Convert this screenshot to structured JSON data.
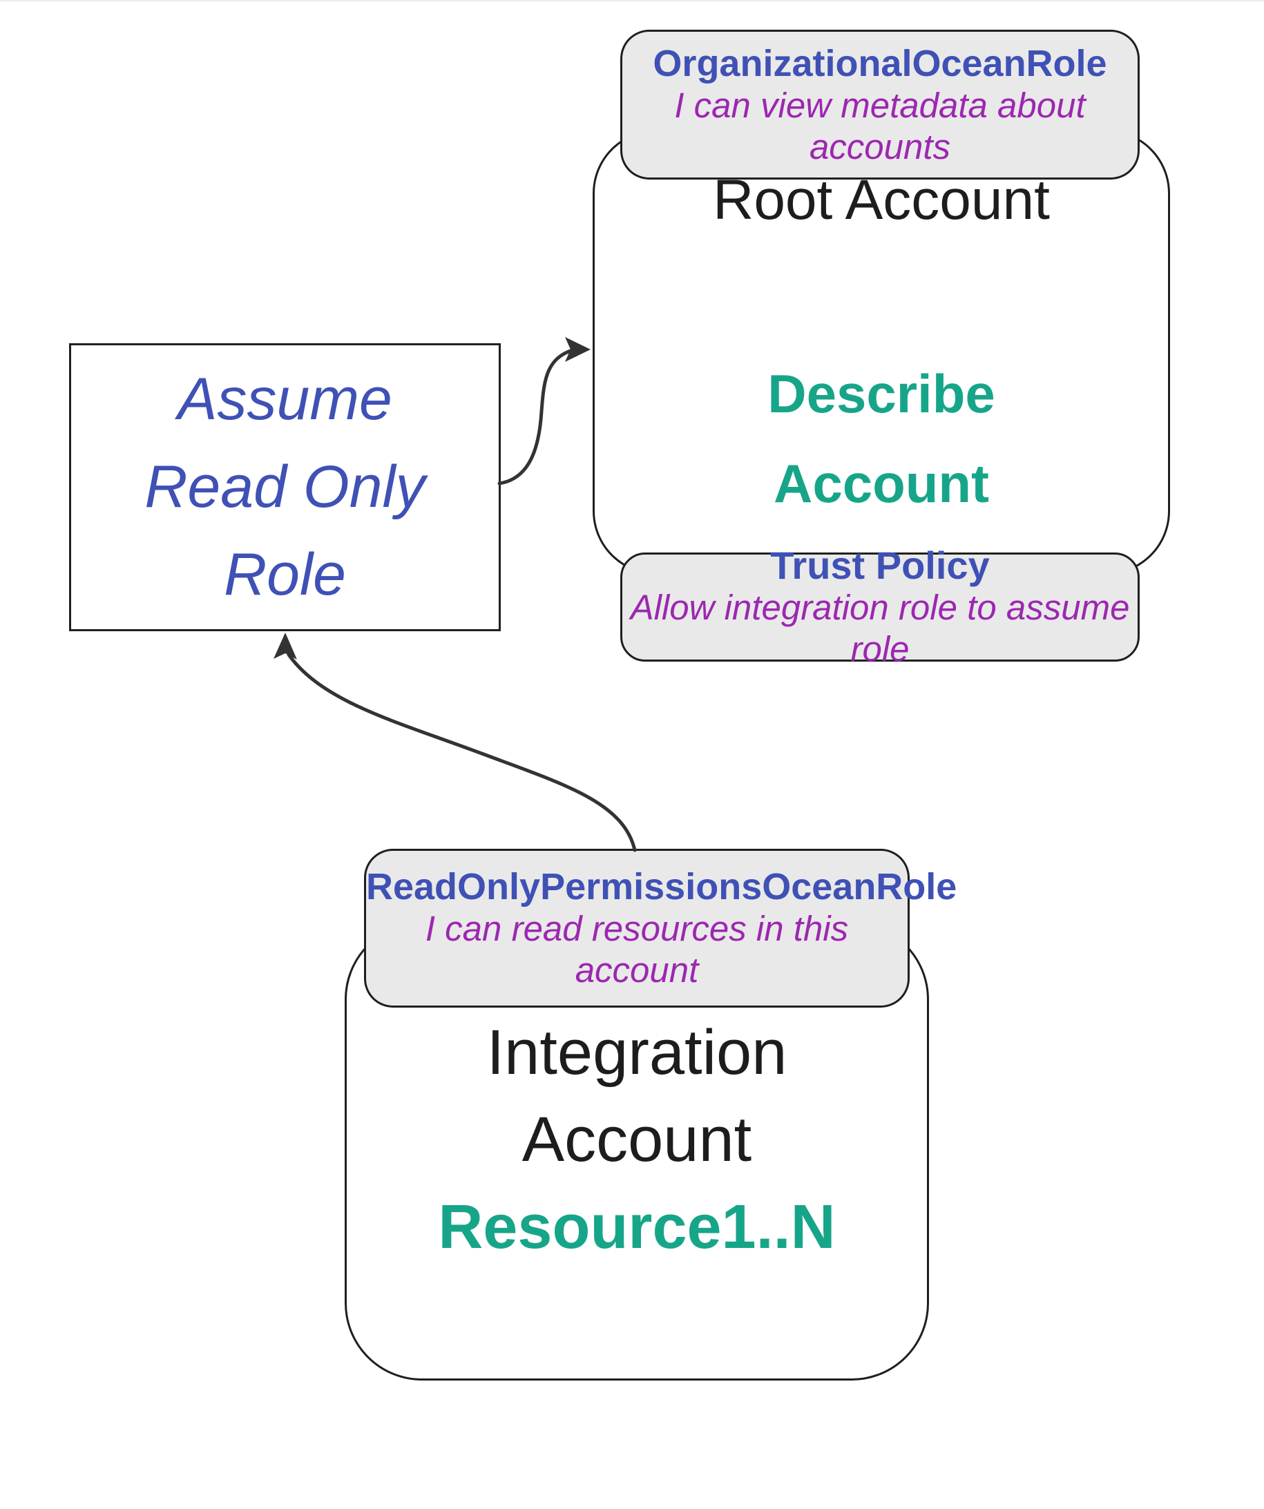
{
  "root_account": {
    "title": "Root Account",
    "action_line1": "Describe",
    "action_line2": "Account"
  },
  "org_role_badge": {
    "title": "OrganizationalOceanRole",
    "subtitle": "I can view metadata about accounts"
  },
  "trust_policy_badge": {
    "title": "Trust Policy",
    "subtitle": "Allow integration role to assume role"
  },
  "assume_role_box": {
    "line1": "Assume",
    "line2": "Read Only",
    "line3": "Role"
  },
  "readonly_role_badge": {
    "title": "ReadOnlyPermissionsOceanRole",
    "subtitle": "I can read resources in this account"
  },
  "integration_account": {
    "title_line1": "Integration",
    "title_line2": "Account",
    "resources": "Resource1..N"
  },
  "colors": {
    "role_blue": "#3F51B5",
    "permission_purple": "#9C27B0",
    "action_teal": "#17A589",
    "outline": "#1F1F1F",
    "badge_fill": "#E9E9E9",
    "arrow": "#333333"
  }
}
